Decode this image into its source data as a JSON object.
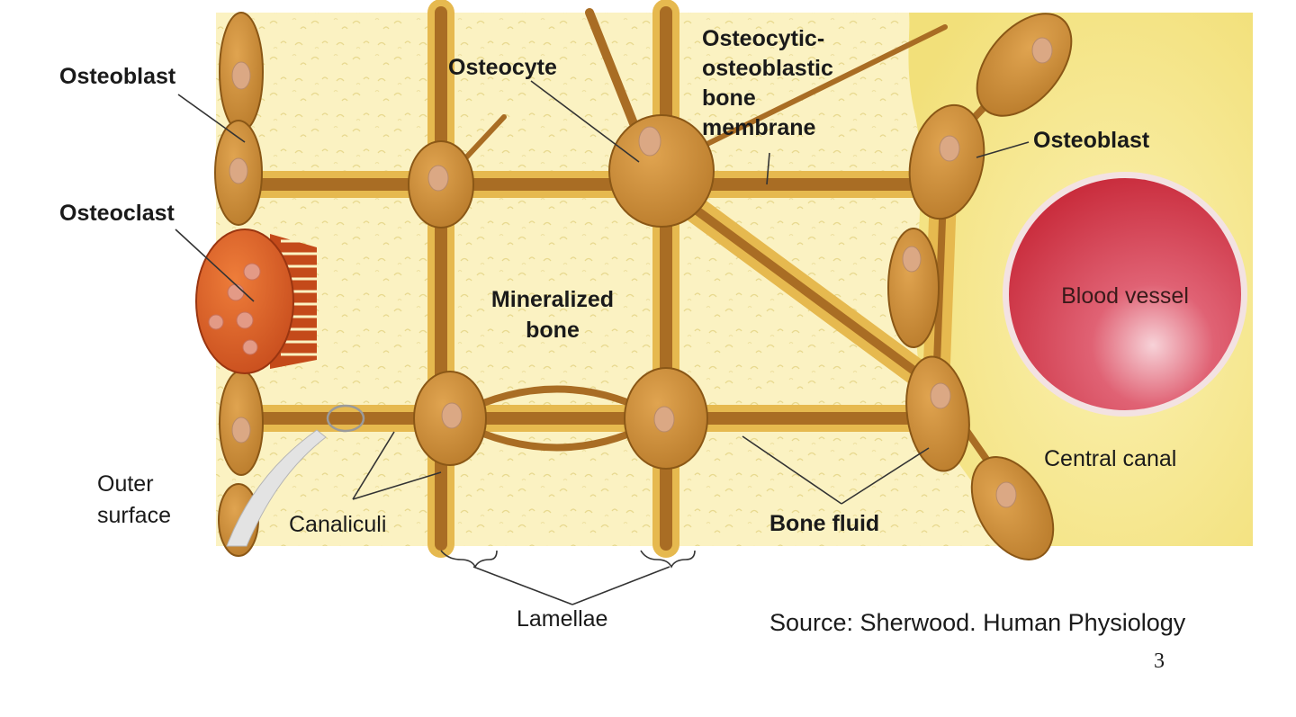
{
  "labels": {
    "osteoblast_left": "Osteoblast",
    "osteoclast": "Osteoclast",
    "osteocyte": "Osteocyte",
    "membrane": [
      "Osteocytic-",
      "osteoblastic",
      "bone",
      "membrane"
    ],
    "osteoblast_right": "Osteoblast",
    "mineralized_bone": [
      "Mineralized",
      "bone"
    ],
    "blood_vessel": "Blood vessel",
    "central_canal": "Central canal",
    "outer_surface": [
      "Outer",
      "surface"
    ],
    "canaliculi": "Canaliculi",
    "bone_fluid": "Bone fluid",
    "lamellae": "Lamellae"
  },
  "source": "Source: Sherwood. Human Physiology",
  "page_number": "3",
  "colors": {
    "matrix": "#fbf2c2",
    "canal": "#f7ea8e",
    "cell_fill": "#c98a33",
    "cell_edge": "#8a5716",
    "process": "#a96d24",
    "halo": "#e6b94f",
    "nucleus": "#dba884",
    "osteoclast": "#d2541d",
    "vessel": "#d03040"
  }
}
